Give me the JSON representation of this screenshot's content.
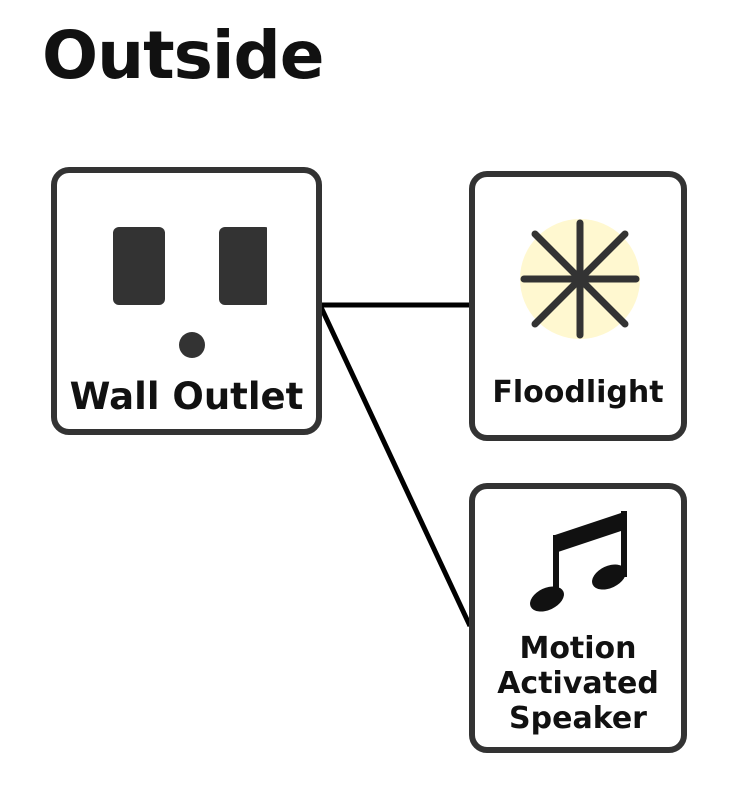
{
  "title": "Outside",
  "devices": {
    "outlet": {
      "label": "Wall Outlet",
      "icon": "outlet-icon"
    },
    "floodlight": {
      "label": "Floodlight",
      "icon": "floodlight-icon"
    },
    "speaker": {
      "label_lines": [
        "Motion",
        "Activated",
        "Speaker"
      ],
      "icon": "music-note-icon"
    }
  },
  "connections": [
    {
      "from": "Wall Outlet",
      "to": "Floodlight"
    },
    {
      "from": "Wall Outlet",
      "to": "Motion Activated Speaker"
    }
  ],
  "colors": {
    "border": "#333333",
    "text": "#111111",
    "line": "#000000",
    "light_glow": "#FFF8D0"
  }
}
